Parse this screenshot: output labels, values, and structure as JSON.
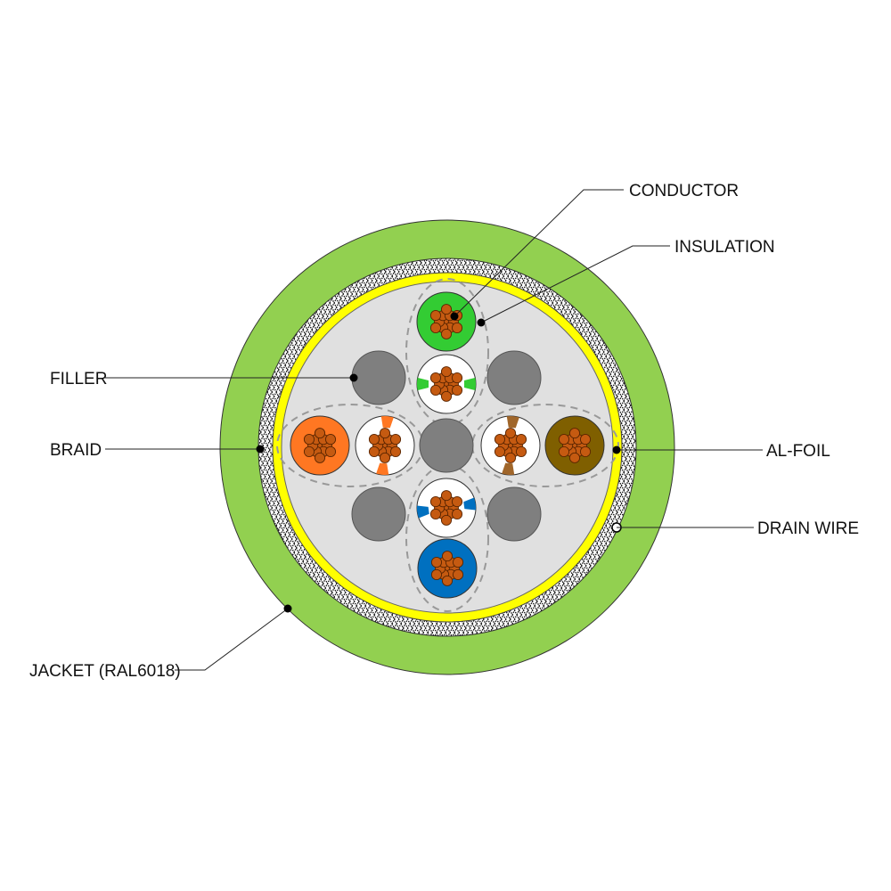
{
  "labels": {
    "conductor": "CONDUCTOR",
    "insulation": "INSULATION",
    "filler": "FILLER",
    "braid": "BRAID",
    "al_foil": "AL-FOIL",
    "drain_wire": "DRAIN WIRE",
    "jacket": "JACKET (RAL6018)"
  },
  "colors": {
    "jacket": "#92d050",
    "braid_background": "#ffffff",
    "braid_pattern": "#111111",
    "al_foil": "#ffff00",
    "core_fill": "#e0e0e0",
    "filler": "#7f7f7f",
    "copper": "#c55a11",
    "pair_separator_dash": "#999999",
    "pairs": {
      "green": "#33cc33",
      "orange": "#ff7722",
      "brown": "#7f5f00",
      "brown_stripe": "#a0662a",
      "blue": "#0070c0"
    }
  }
}
